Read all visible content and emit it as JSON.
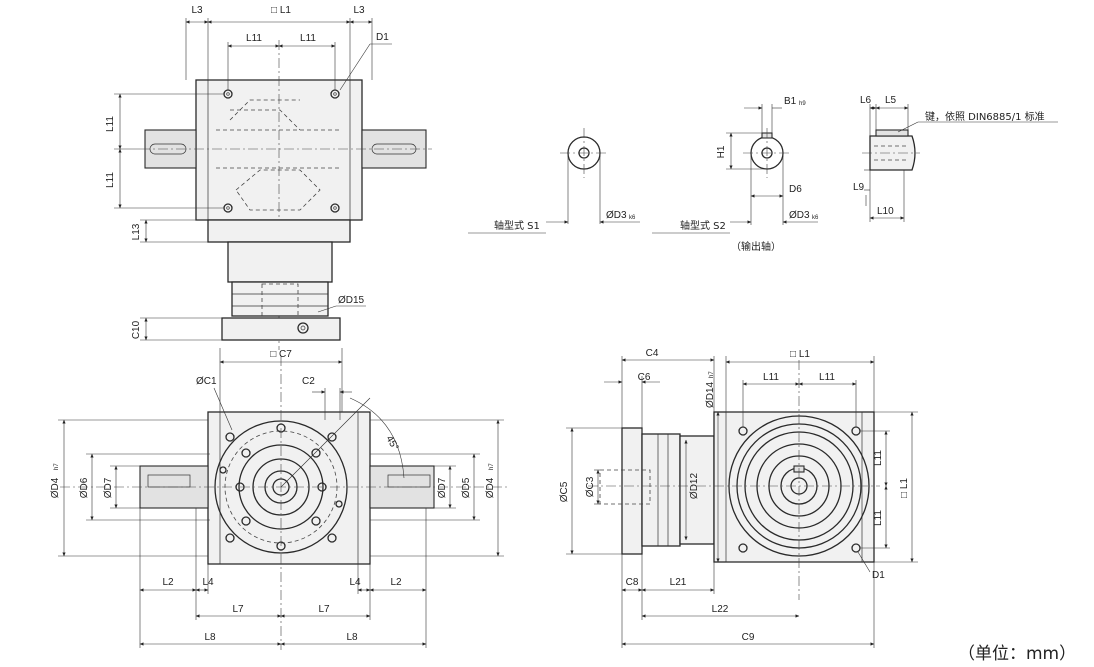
{
  "labels": {
    "top_L3_left": "L3",
    "top_L1": "□ L1",
    "top_L3_right": "L3",
    "top_L11_a": "L11",
    "top_L11_b": "L11",
    "top_D1": "D1",
    "top_L11_v1": "L11",
    "top_L11_v2": "L11",
    "top_L13": "L13",
    "top_D15": "ØD15",
    "top_C10": "C10",
    "s1_D3": "ØD3",
    "s1_D3_tol": "k6",
    "s1_name": "轴型式 S1",
    "s2_B1": "B1",
    "s2_B1_tol": "h9",
    "s2_H1": "H1",
    "s2_D6": "D6",
    "s2_D3": "ØD3",
    "s2_D3_tol": "k6",
    "s2_name": "轴型式 S2",
    "s2_sub": "（输出轴）",
    "key_L6": "L6",
    "key_L5": "L5",
    "key_note": "键，依照 DIN6885/1 标准",
    "key_L9": "L9",
    "key_L10": "L10",
    "front_C7": "□ C7",
    "front_C1": "ØC1",
    "front_C2": "C2",
    "front_angle": "45°",
    "front_D4_left": "ØD4",
    "front_D4_left_tol": "h7",
    "front_D6_left": "ØD6",
    "front_D7_left": "ØD7",
    "front_D7_right": "ØD7",
    "front_D5_right": "ØD5",
    "front_D4_right": "ØD4",
    "front_D4_right_tol": "h7",
    "front_L2_left": "L2",
    "front_L4_left": "L4",
    "front_L4_right": "L4",
    "front_L2_right": "L2",
    "front_L7_left": "L7",
    "front_L7_right": "L7",
    "front_L8_left": "L8",
    "front_L8_right": "L8",
    "side_C4": "C4",
    "side_C6": "C6",
    "side_D14": "ØD14",
    "side_D14_tol": "h7",
    "side_L1": "□ L1",
    "side_L11_a": "L11",
    "side_L11_b": "L11",
    "side_C5": "ØC5",
    "side_C3": "ØC3",
    "side_D12": "ØD12",
    "side_L11_v1": "L11",
    "side_L11_v2": "L11",
    "side_L1_v": "□ L1",
    "side_D1": "D1",
    "side_C8": "C8",
    "side_L21": "L21",
    "side_L22": "L22",
    "side_C9": "C9"
  },
  "unit_note": "（单位：mm）"
}
